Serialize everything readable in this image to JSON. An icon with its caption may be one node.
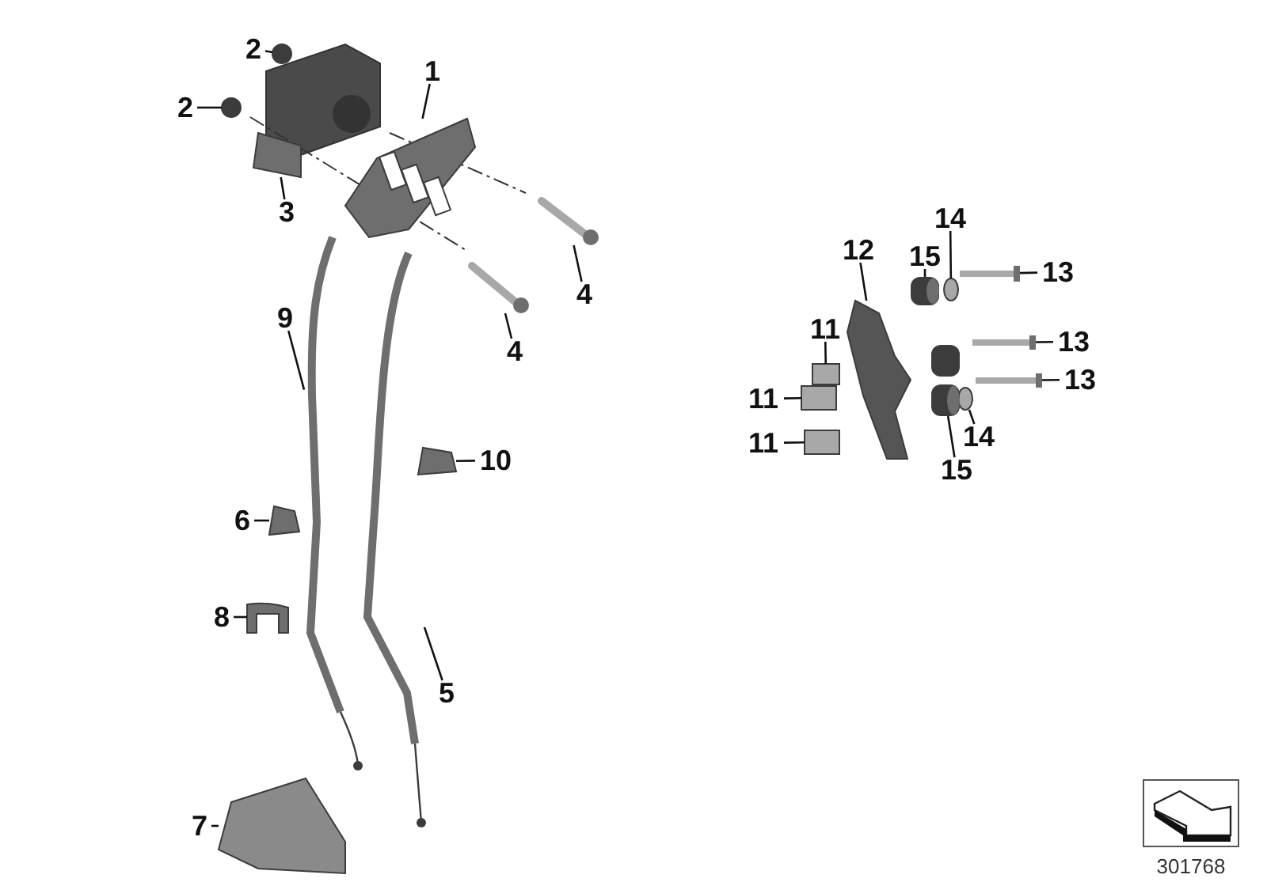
{
  "diagram": {
    "nodes": [
      {
        "text": [
          "2"
        ]
      },
      {
        "text": [],
        "shape": "circle"
      },
      {
        "text": [
          "1"
        ]
      },
      {
        "text": [],
        "shape": "picture"
      },
      {
        "text": [
          "2"
        ]
      },
      {
        "text": [],
        "shape": "circle"
      },
      {
        "text": [
          "3"
        ]
      },
      {
        "text": [],
        "shape": "picture"
      },
      {
        "text": [
          "4"
        ]
      },
      {
        "text": [],
        "shape": "picture"
      },
      {
        "text": [
          "4"
        ]
      },
      {
        "text": [],
        "shape": "picture"
      },
      {
        "text": [
          "12"
        ]
      },
      {
        "text": [],
        "shape": "picture"
      },
      {
        "text": [
          "14"
        ]
      },
      {
        "text": [],
        "shape": "circle"
      },
      {
        "text": [
          "15"
        ]
      },
      {
        "text": [],
        "shape": "picture"
      },
      {
        "text": [
          "13"
        ]
      },
      {
        "text": [],
        "shape": "picture"
      },
      {
        "text": [
          "9"
        ]
      },
      {
        "text": [],
        "shape": "picture"
      },
      {
        "text": [
          "11"
        ]
      },
      {
        "text": [],
        "shape": "box"
      },
      {
        "text": [
          "13"
        ]
      },
      {
        "text": [],
        "shape": "picture"
      },
      {
        "text": [
          "11"
        ]
      },
      {
        "text": [],
        "shape": "box"
      },
      {
        "text": [
          "13"
        ]
      },
      {
        "text": [],
        "shape": "picture"
      },
      {
        "text": [
          "14"
        ]
      },
      {
        "text": [],
        "shape": "circle"
      },
      {
        "text": [
          "11"
        ]
      },
      {
        "text": [],
        "shape": "box"
      },
      {
        "text": [
          "15"
        ]
      },
      {
        "text": [],
        "shape": "picture"
      },
      {
        "text": [
          "10"
        ]
      },
      {
        "text": [],
        "shape": "picture"
      },
      {
        "text": [
          "6"
        ]
      },
      {
        "text": [],
        "shape": "picture"
      },
      {
        "text": [
          "8"
        ]
      },
      {
        "text": [],
        "shape": "picture"
      },
      {
        "text": [
          "5"
        ]
      },
      {
        "text": [],
        "shape": "picture"
      },
      {
        "text": [
          "7"
        ]
      },
      {
        "text": [],
        "shape": "picture"
      }
    ],
    "edges": [
      {
        "from": 0,
        "to": 1,
        "arrow": "none"
      },
      {
        "from": 2,
        "to": 3,
        "arrow": "none"
      },
      {
        "from": 4,
        "to": 5,
        "arrow": "none"
      },
      {
        "from": 6,
        "to": 7,
        "arrow": "none"
      },
      {
        "from": 8,
        "to": 9,
        "arrow": "none"
      },
      {
        "from": 10,
        "to": 11,
        "arrow": "none"
      },
      {
        "from": 12,
        "to": 13,
        "arrow": "none"
      },
      {
        "from": 14,
        "to": 15,
        "arrow": "none"
      },
      {
        "from": 16,
        "to": 17,
        "arrow": "none"
      },
      {
        "from": 18,
        "to": 19,
        "arrow": "none"
      },
      {
        "from": 20,
        "to": 21,
        "arrow": "none"
      },
      {
        "from": 22,
        "to": 23,
        "arrow": "none"
      },
      {
        "from": 24,
        "to": 25,
        "arrow": "none"
      },
      {
        "from": 26,
        "to": 27,
        "arrow": "none"
      },
      {
        "from": 28,
        "to": 29,
        "arrow": "none"
      },
      {
        "from": 30,
        "to": 31,
        "arrow": "none"
      },
      {
        "from": 32,
        "to": 33,
        "arrow": "none"
      },
      {
        "from": 34,
        "to": 35,
        "arrow": "none"
      },
      {
        "from": 36,
        "to": 37,
        "arrow": "none"
      },
      {
        "from": 38,
        "to": 39,
        "arrow": "none"
      },
      {
        "from": 40,
        "to": 41,
        "arrow": "none"
      },
      {
        "from": 42,
        "to": 43,
        "arrow": "none"
      },
      {
        "from": 44,
        "to": 45,
        "arrow": "none"
      }
    ],
    "labels": [
      "301768"
    ]
  }
}
